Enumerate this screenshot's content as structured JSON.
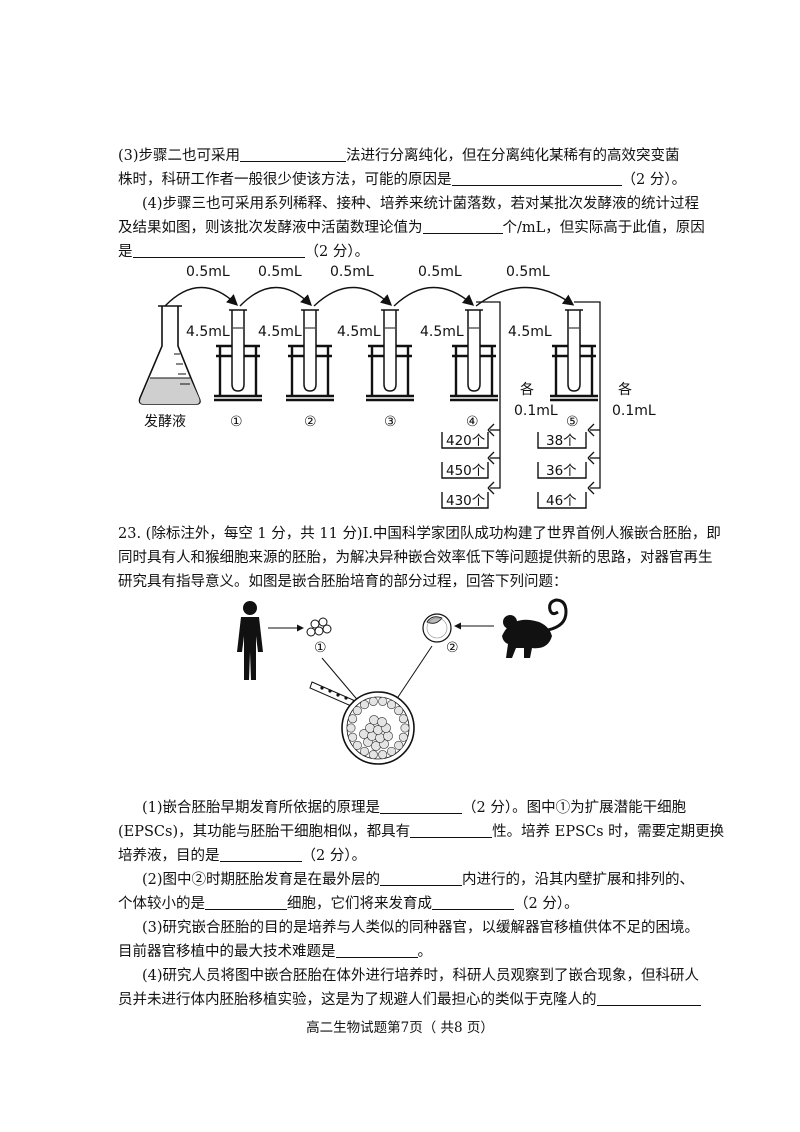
{
  "q22": {
    "p3_a": "(3)步骤二也可采用",
    "p3_b": "法进行分离纯化，但在分离纯化某稀有的高效突变菌",
    "p3_c": "株时，科研工作者一般很少使该方法，可能的原因是",
    "p3_d": "（2 分）。",
    "p4_a": "(4)步骤三也可采用系列稀释、接种、培养来统计菌落数，若对某批次发酵液的统计过程",
    "p4_b": "及结果如图，则该批次发酵液中活菌数理论值为",
    "p4_c": "个/mL，但实际高于此值，原因",
    "p4_d": "是",
    "p4_e": "（2 分）。"
  },
  "dilution_figure": {
    "transfer_labels": [
      "0.5mL",
      "0.5mL",
      "0.5mL",
      "0.5mL",
      "0.5mL"
    ],
    "volume_labels": [
      "4.5mL",
      "4.5mL",
      "4.5mL",
      "4.5mL",
      "4.5mL"
    ],
    "flask_label": "发酵液",
    "tube_numbers": [
      "①",
      "②",
      "③",
      "④",
      "⑤"
    ],
    "each_label_a": "各",
    "each_label_b": "0.1mL",
    "tube4_counts": [
      "420个",
      "450个",
      "430个"
    ],
    "tube5_counts": [
      "38个",
      "36个",
      "46个"
    ]
  },
  "q23": {
    "header_a": "23. (除标注外，每空 1 分，共 11 分)Ⅰ.中国科学家团队成功构建了世界首例人猴嵌合胚胎，即",
    "header_b": "同时具有人和猴细胞来源的胚胎，为解决异种嵌合效率低下等问题提供新的思路，对器官再生",
    "header_c": "研究具有指导意义。如图是嵌合胚胎培育的部分过程，回答下列问题：",
    "figure_labels": [
      "①",
      "②"
    ],
    "s1_a": "(1)嵌合胚胎早期发育所依据的原理是",
    "s1_b": "（2 分）。图中①为扩展潜能干细胞",
    "s1_c": "(EPSCs)，其功能与胚胎干细胞相似，都具有",
    "s1_d": "性。培养 EPSCs 时，需要定期更换",
    "s1_e": "培养液，目的是",
    "s1_f": "（2 分）。",
    "s2_a": "(2)图中②时期胚胎发育是在最外层的",
    "s2_b": "内进行的，沿其内壁扩展和排列的、",
    "s2_c": "个体较小的是",
    "s2_d": "细胞，它们将来发育成",
    "s2_e": "（2 分）。",
    "s3_a": "(3)研究嵌合胚胎的目的是培养与人类似的同种器官，以缓解器官移植供体不足的困境。",
    "s3_b": "目前器官移植中的最大技术难题是",
    "s3_c": "。",
    "s4_a": "(4)研究人员将图中嵌合胚胎在体外进行培养时，科研人员观察到了嵌合现象，但科研人",
    "s4_b": "员并未进行体内胚胎移植实验，这是为了规避人们最担心的类似于克隆人的"
  },
  "footer": {
    "text": "高二生物试题第7页（ 共8 页）"
  }
}
